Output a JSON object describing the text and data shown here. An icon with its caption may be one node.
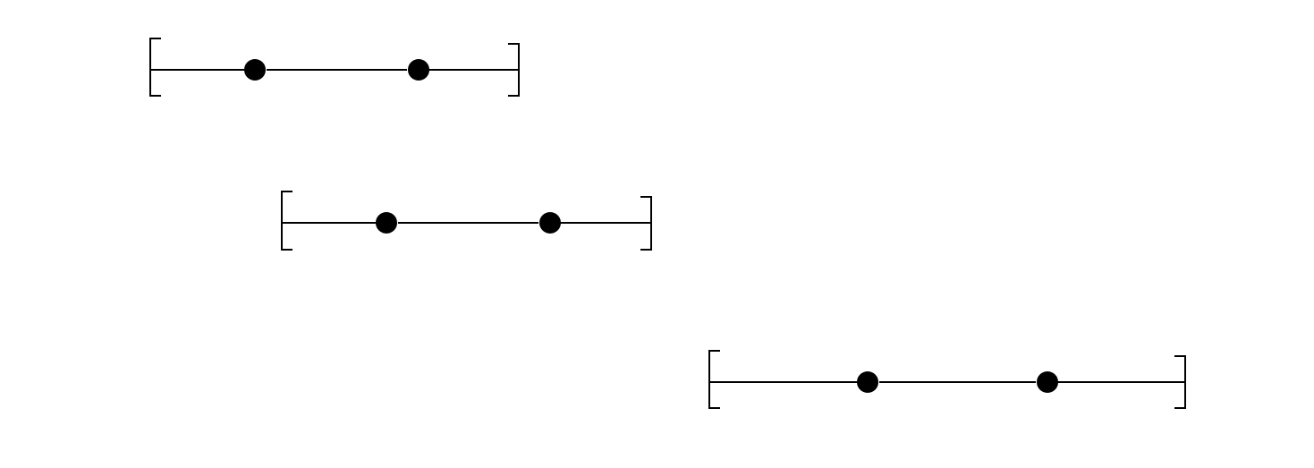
{
  "diagram": {
    "nodes": [
      {
        "text": [],
        "shape": "circle"
      },
      {
        "text": [],
        "shape": "circle"
      },
      {
        "text": [],
        "shape": "circle"
      },
      {
        "text": [],
        "shape": "circle"
      },
      {
        "text": [],
        "shape": "circle"
      },
      {
        "text": [],
        "shape": "circle"
      }
    ],
    "edges": [
      {
        "from": 0,
        "to": 1,
        "arrow": "none"
      },
      {
        "from": 2,
        "to": 3,
        "arrow": "none"
      },
      {
        "from": 4,
        "to": 5,
        "arrow": "none"
      }
    ]
  }
}
